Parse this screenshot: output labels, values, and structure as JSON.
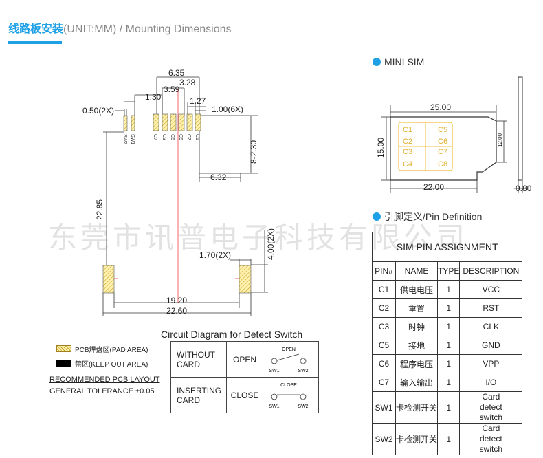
{
  "header": {
    "title_cn": "线路板安装",
    "title_en": "(UNIT:MM) / Mounting Dimensions"
  },
  "watermark": "东莞市讯普电子科技有限公司",
  "pcb": {
    "dims": {
      "d635": "6.35",
      "d328": "3.28",
      "d359": "3.59",
      "d130": "1.30",
      "d127": "1.27",
      "d050": "0.50(2X)",
      "d100": "1.00(6X)",
      "d230": "8-2.30",
      "d632": "6.32",
      "d2285": "22.85",
      "d170": "1.70(2X)",
      "d400": "4.00(2X)",
      "d1920": "19.20",
      "d2260": "22.60"
    },
    "pads": [
      "SW2",
      "SW1",
      "C7",
      "C3",
      "C6",
      "C5",
      "C2",
      "C1"
    ]
  },
  "legend": {
    "pad_area": "PCB焊盘区(PAD AREA)",
    "keep_out": "禁区(KEEP OUT AREA)",
    "layout": "RECOMMENDED PCB LAYOUT",
    "tolerance": "GENERAL TOLERANCE ±0.05"
  },
  "mini_sim": {
    "title": "MINI SIM",
    "width": "25.00",
    "height": "15.00",
    "inner": "22.00",
    "side": "12.00",
    "thickness": "0.80",
    "contacts_left": [
      "C1",
      "C2",
      "C3",
      "C4"
    ],
    "contacts_right": [
      "C5",
      "C6",
      "C7",
      "C8"
    ]
  },
  "pin_def": {
    "title": "引脚定义/Pin Definition"
  },
  "pin_table": {
    "title": "SIM PIN ASSIGNMENT",
    "headers": [
      "PIN#",
      "NAME",
      "TYPE",
      "DESCRIPTION"
    ],
    "rows": [
      {
        "pin": "C1",
        "name": "供电电压",
        "type": "1",
        "desc": "VCC"
      },
      {
        "pin": "C2",
        "name": "重置",
        "type": "1",
        "desc": "RST"
      },
      {
        "pin": "C3",
        "name": "时钟",
        "type": "1",
        "desc": "CLK"
      },
      {
        "pin": "C5",
        "name": "接地",
        "type": "1",
        "desc": "GND"
      },
      {
        "pin": "C6",
        "name": "程序电压",
        "type": "1",
        "desc": "VPP"
      },
      {
        "pin": "C7",
        "name": "输入输出",
        "type": "1",
        "desc": "I/O"
      },
      {
        "pin": "SW1",
        "name": "卡检测开关",
        "type": "1",
        "desc": "Card detect switch"
      },
      {
        "pin": "SW2",
        "name": "卡检测开关",
        "type": "1",
        "desc": "Card detect switch"
      }
    ]
  },
  "detect": {
    "title": "Circuit Diagram for Detect Switch",
    "rows": [
      {
        "cond": "WITHOUT CARD",
        "state": "OPEN",
        "label": "OPEN",
        "sw1": "SW1",
        "sw2": "SW2"
      },
      {
        "cond": "INSERTING CARD",
        "state": "CLOSE",
        "label": "CLOSE",
        "sw1": "SW1",
        "sw2": "SW2"
      }
    ]
  }
}
